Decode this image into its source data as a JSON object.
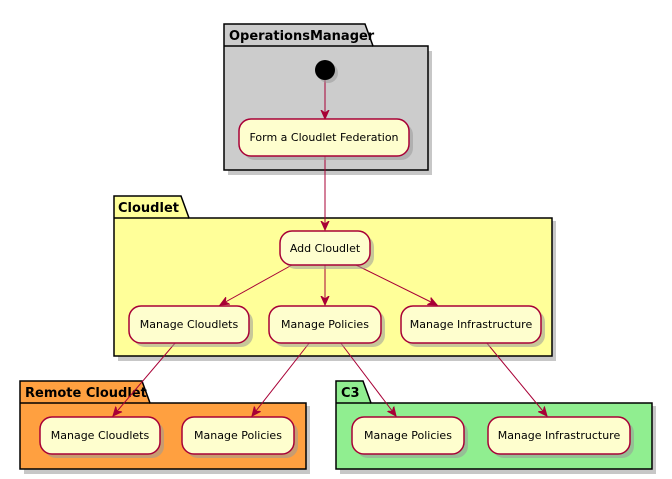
{
  "packages": {
    "operations_manager": {
      "title": "OperationsManager",
      "color": "#CCCCCC"
    },
    "cloudlet": {
      "title": "Cloudlet",
      "color": "#FFFF99"
    },
    "remote_cloudlet": {
      "title": "Remote Cloudlet",
      "color": "#FFA040"
    },
    "c3": {
      "title": "C3",
      "color": "#90EE90"
    }
  },
  "activities": {
    "form_federation": "Form a Cloudlet Federation",
    "add_cloudlet": "Add Cloudlet",
    "manage_cloudlets": "Manage Cloudlets",
    "manage_policies": "Manage Policies",
    "manage_infrastructure": "Manage Infrastructure",
    "remote_manage_cloudlets": "Manage Cloudlets",
    "remote_manage_policies": "Manage Policies",
    "c3_manage_policies": "Manage Policies",
    "c3_manage_infrastructure": "Manage Infrastructure"
  },
  "colors": {
    "node_fill": "#FEFECE",
    "node_border": "#A80036",
    "edge": "#A80036",
    "start_node": "#000000"
  }
}
